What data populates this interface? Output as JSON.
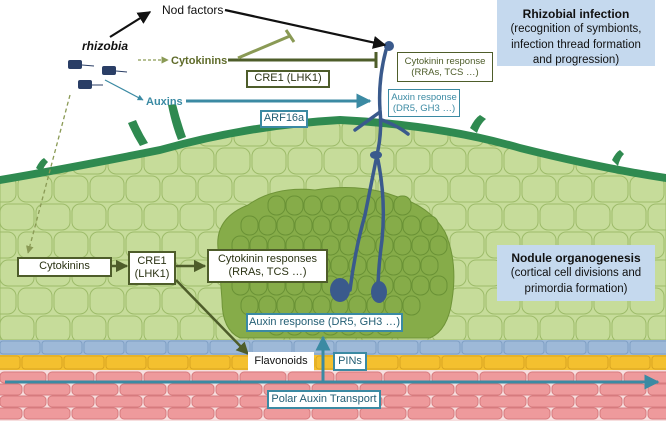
{
  "colors": {
    "cortex": "#c6dc9a",
    "cortex_line": "#9dbb6a",
    "primordium": "#86ac49",
    "epidermis": "#2f8a50",
    "pericycle": "#9eb9d8",
    "endodermis": "#f4c02f",
    "vasculature": "#ee9a9c",
    "thread": "#3a5a8c",
    "cytokinin_arrow": "#4e5d2a",
    "auxin_arrow": "#3b8aa3",
    "info_box": "#c5d9ee"
  },
  "labels": {
    "nod_factors": "Nod factors",
    "rhizobia": "rhizobia",
    "cytokinins_top": "Cytokinins",
    "auxins_top": "Auxins",
    "cre1_top": "CRE1 (LHK1)",
    "arf16a": "ARF16a",
    "cytokinin_response_line1": "Cytokinin response",
    "cytokinin_response_line2": "(RRAs, TCS …)",
    "auxin_response_line1": "Auxin response",
    "auxin_response_line2": "(DR5, GH3 …)",
    "cytokinins_left": "Cytokinins",
    "cre1_mid_line1": "CRE1",
    "cre1_mid_line2": "(LHK1)",
    "cytokinin_responses_line1": "Cytokinin responses",
    "cytokinin_responses_line2": "(RRAs, TCS …)",
    "auxin_response_mid": "Auxin response (DR5, GH3 …)",
    "flavonoids": "Flavonoids",
    "pins": "PINs",
    "polar_auxin_transport": "Polar Auxin Transport"
  },
  "info_boxes": {
    "rhizobial_title": "Rhizobial infection",
    "rhizobial_line1": "(recognition of symbionts,",
    "rhizobial_line2": "infection thread formation",
    "rhizobial_line3": "and progression)",
    "nodule_title": "Nodule organogenesis",
    "nodule_line1": "(cortical cell divisions and",
    "nodule_line2": "primordia formation)"
  }
}
